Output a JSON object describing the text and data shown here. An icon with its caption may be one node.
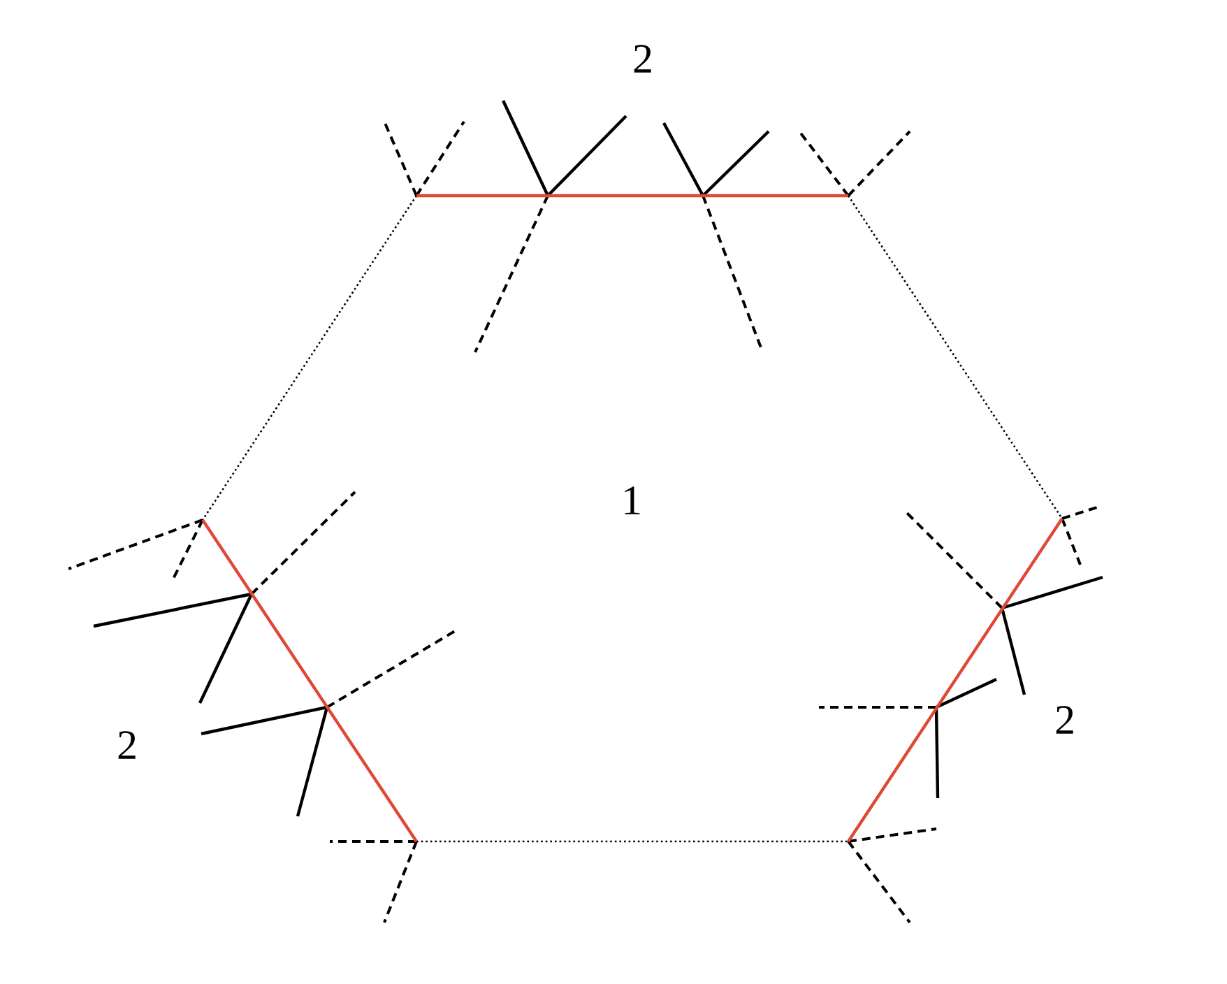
{
  "diagram": {
    "labels": [
      "2",
      "1",
      "2",
      "2"
    ]
  }
}
